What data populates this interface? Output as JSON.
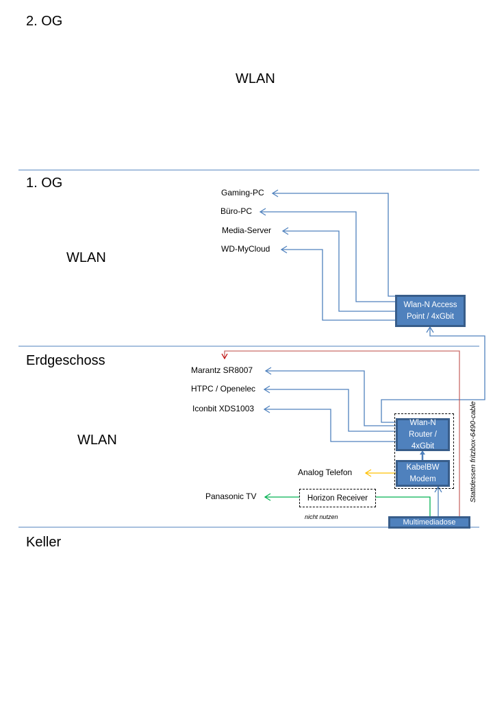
{
  "floors": [
    {
      "name": "2. OG",
      "wlan": "WLAN"
    },
    {
      "name": "1. OG",
      "wlan": "WLAN"
    },
    {
      "name": "Erdgeschoss",
      "wlan": "WLAN"
    },
    {
      "name": "Keller"
    }
  ],
  "og1": {
    "devices": [
      "Gaming-PC",
      "Büro-PC",
      "Media-Server",
      "WD-MyCloud"
    ],
    "access_point": {
      "line1": "Wlan-N Access",
      "line2": "Point / 4xGbit"
    }
  },
  "eg": {
    "devices": [
      "Marantz SR8007",
      "HTPC / Openelec",
      "Iconbit XDS1003"
    ],
    "router": {
      "line1": "Wlan-N",
      "line2": "Router /",
      "line3": "4xGbit"
    },
    "modem": {
      "line1": "KabelBW",
      "line2": "Modem"
    },
    "analog_phone": "Analog Telefon",
    "tv": "Panasonic TV",
    "horizon": "Horizon Receiver",
    "horizon_note": "nicht nutzen",
    "multimediadose": "Multimediadose",
    "replacement_note": "Stattdessen fritzbox-6490-cable"
  },
  "colors": {
    "ethernet": "#4f81bd",
    "coax_tv": "#00b050",
    "phone": "#ffc000",
    "replacement": "#c0504d",
    "floor_line": "#4f81bd"
  }
}
